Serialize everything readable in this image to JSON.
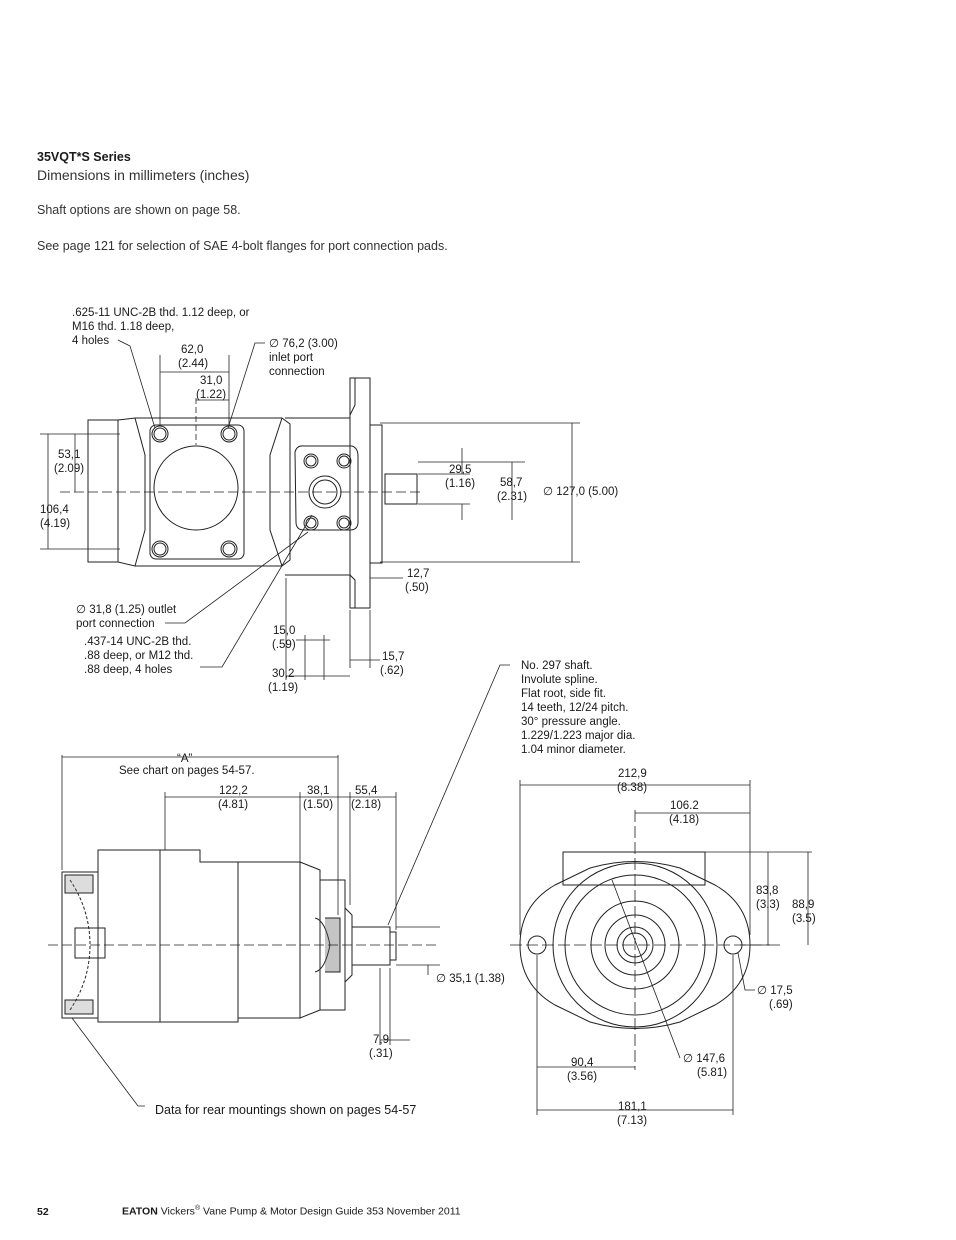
{
  "header": {
    "series_title": "35VQT*S Series",
    "subtitle": "Dimensions in millimeters (inches)",
    "shaft_note": "Shaft options are shown on page 58.",
    "flange_note": "See page 121 for selection of SAE 4-bolt flanges for port connection pads."
  },
  "top_view": {
    "rear_holes": [
      ".625-11 UNC-2B thd. 1.12 deep, or",
      "M16 thd. 1.18 deep,",
      "4 holes"
    ],
    "inlet_port": [
      "∅ 76,2 (3.00)",
      "inlet port",
      "connection"
    ],
    "dim_62": [
      "62,0",
      "(2.44)"
    ],
    "dim_31": [
      "31,0",
      "(1.22)"
    ],
    "dim_53": [
      "53,1",
      "(2.09)"
    ],
    "dim_106": [
      "106,4",
      "(4.19)"
    ],
    "dim_29": [
      "29,5",
      "(1.16)"
    ],
    "dim_58": [
      "58,7",
      "(2.31)"
    ],
    "dim_127": "∅ 127,0 (5.00)",
    "dim_12": [
      "12,7",
      "(.50)"
    ],
    "outlet_port": [
      "∅ 31,8 (1.25) outlet",
      "port  connection"
    ],
    "outlet_holes": [
      ".437-14 UNC-2B thd.",
      ".88 deep, or M12 thd.",
      ".88 deep, 4 holes"
    ],
    "dim_15_0": [
      "15,0",
      "(.59)"
    ],
    "dim_15_7": [
      "15,7",
      "(.62)"
    ],
    "dim_30": [
      "30,2",
      "(1.19)"
    ]
  },
  "shaft_spec": [
    "No. 297 shaft.",
    "Involute spline.",
    "Flat root, side fit.",
    "14 teeth, 12/24 pitch.",
    "30° pressure angle.",
    "1.229/1.223 major dia.",
    "1.04 minor diameter."
  ],
  "side_view": {
    "dim_a": "“A”",
    "chart_ref": "See chart on pages 54-57.",
    "dim_122": [
      "122,2",
      "(4.81)"
    ],
    "dim_38": [
      "38,1",
      "(1.50)"
    ],
    "dim_55": [
      "55,4",
      "(2.18)"
    ],
    "dim_35": "∅ 35,1 (1.38)",
    "dim_7_9": [
      "7,9",
      "(.31)"
    ],
    "rear_mount_note": "Data for rear mountings shown on pages 54-57"
  },
  "front_view": {
    "dim_212": [
      "212,9",
      "(8.38)"
    ],
    "dim_106_2": [
      "106.2",
      "(4.18)"
    ],
    "dim_83": [
      "83,8",
      "(3.3)"
    ],
    "dim_88": [
      "88,9",
      "(3.5)"
    ],
    "dim_17": [
      "∅ 17,5",
      "(.69)"
    ],
    "dim_90": [
      "90,4",
      "(3.56)"
    ],
    "dim_147": [
      "∅ 147,6",
      "(5.81)"
    ],
    "dim_181": [
      "181,1",
      "(7.13)"
    ]
  },
  "footer": {
    "page_number": "52",
    "brand": "EATON",
    "guide_prefix": "Vickers",
    "guide_rest": " Vane Pump & Motor Design Guide  353  November 2011"
  }
}
